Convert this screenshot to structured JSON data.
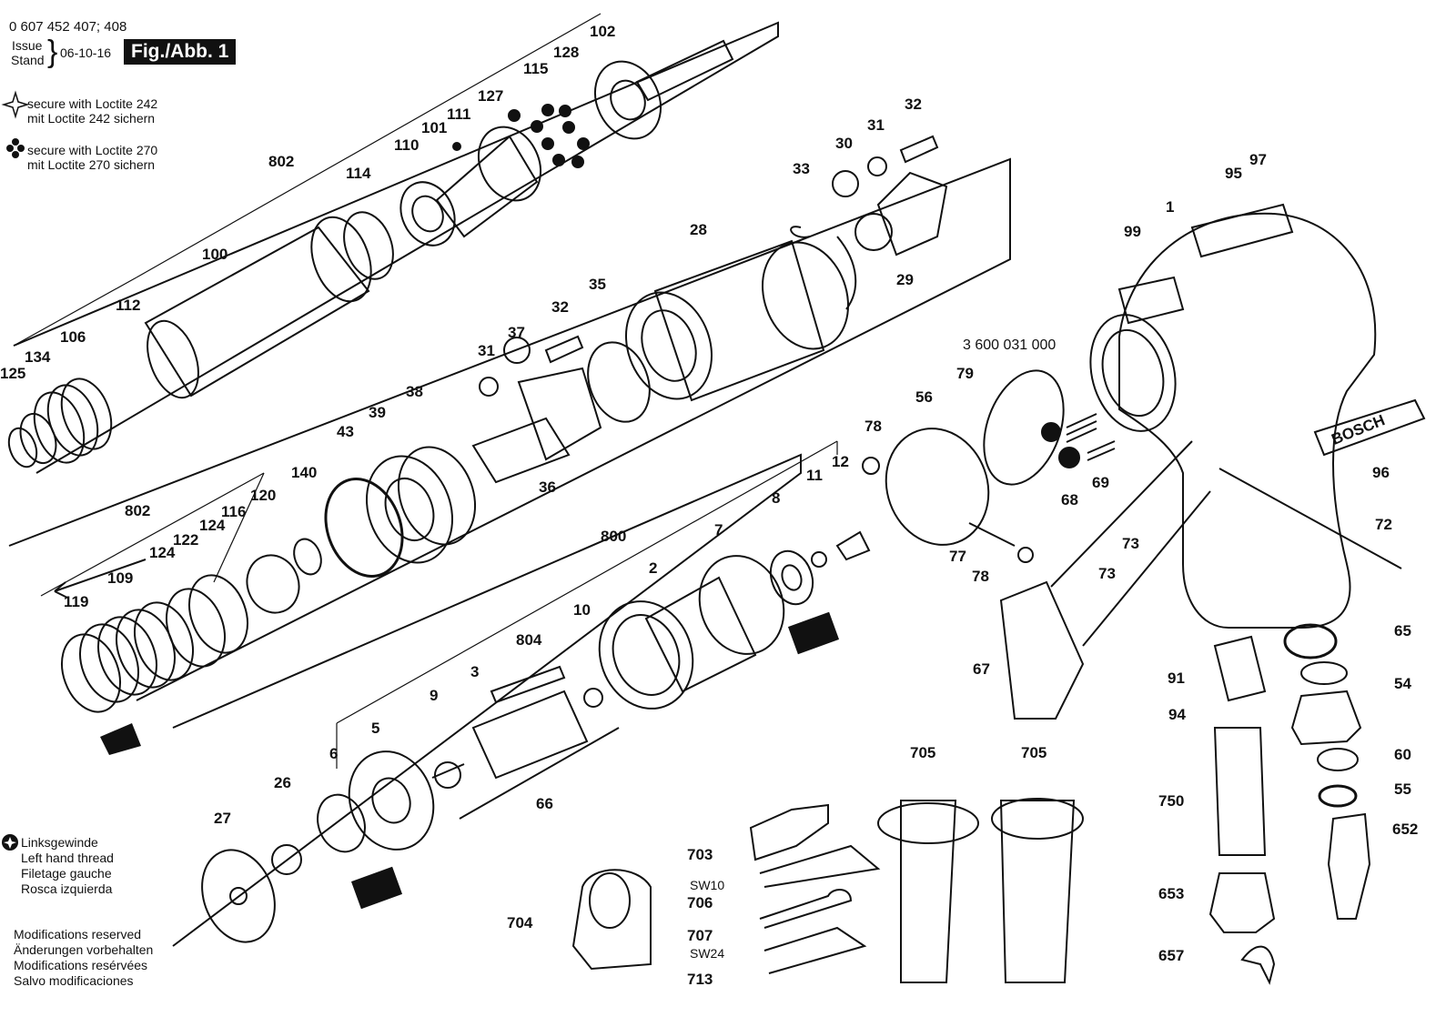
{
  "header": {
    "part_numbers": "0 607 452 407; 408",
    "issue_label": "Issue",
    "stand_label": "Stand",
    "date": "06-10-16",
    "figure_label": "Fig./Abb. 1"
  },
  "legend": {
    "loctite_242_en": "secure with Loctite 242",
    "loctite_242_de": "mit Loctite 242 sichern",
    "loctite_270_en": "secure with Loctite 270",
    "loctite_270_de": "mit Loctite 270 sichern",
    "lh_de": "Linksgewinde",
    "lh_en": "Left hand thread",
    "lh_fr": "Filetage gauche",
    "lh_es": "Rosca izquierda",
    "mod_en": "Modifications reserved",
    "mod_de": "Änderungen vorbehalten",
    "mod_fr": "Modifications resérvées",
    "mod_es": "Salvo modificaciones"
  },
  "brand_text": "BOSCH",
  "wrench_sizes": [
    "SW10",
    "SW24"
  ],
  "part_labels": {
    "p802a": "802",
    "p114": "114",
    "p110": "110",
    "p101": "101",
    "p111": "111",
    "p127": "127",
    "p115": "115",
    "p128": "128",
    "p102": "102",
    "p100": "100",
    "p112": "112",
    "p106": "106",
    "p134": "134",
    "p125": "125",
    "p30": "30",
    "p31a": "31",
    "p32a": "32",
    "p33": "33",
    "p28": "28",
    "p29": "29",
    "p35": "35",
    "p32b": "32",
    "p37": "37",
    "p31b": "31",
    "p36": "36",
    "p38": "38",
    "p39": "39",
    "p43": "43",
    "p140": "140",
    "p120": "120",
    "p116": "116",
    "p124a": "124",
    "p122": "122",
    "p124b": "124",
    "p802b": "802",
    "p109": "109",
    "p119": "119",
    "p800": "800",
    "p7": "7",
    "p8": "8",
    "p11": "11",
    "p12": "12",
    "p2": "2",
    "p10": "10",
    "p804": "804",
    "p3": "3",
    "p9": "9",
    "p5": "5",
    "p6": "6",
    "p66": "66",
    "p26": "26",
    "p27": "27",
    "p78a": "78",
    "p56": "56",
    "p79": "79",
    "p3600": "3 600 031 000",
    "p68": "68",
    "p69": "69",
    "p77": "77",
    "p78b": "78",
    "p99": "99",
    "p1": "1",
    "p95": "95",
    "p97": "97",
    "p96": "96",
    "p72": "72",
    "p73a": "73",
    "p73b": "73",
    "p65": "65",
    "p67": "67",
    "p91": "91",
    "p94": "94",
    "p54": "54",
    "p60": "60",
    "p55": "55",
    "p750": "750",
    "p652": "652",
    "p653": "653",
    "p657": "657",
    "p705a": "705",
    "p705b": "705",
    "p703": "703",
    "p706": "706",
    "p707": "707",
    "p713": "713",
    "p704": "704"
  }
}
